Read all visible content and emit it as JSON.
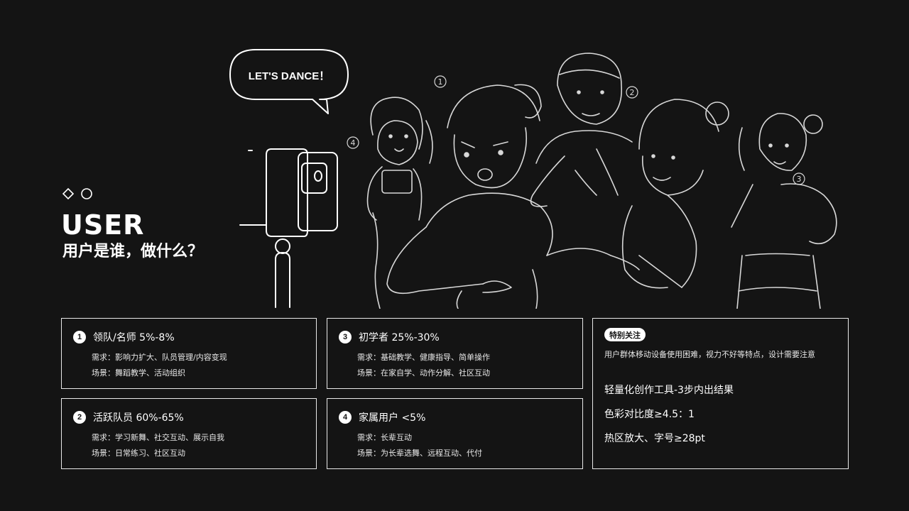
{
  "header": {
    "title_en": "USER",
    "title_cn": "用户是谁，做什么？"
  },
  "illustration": {
    "speech_bubble": "LET'S DANCE！",
    "markers": [
      "①",
      "②",
      "③",
      "④"
    ]
  },
  "cards": [
    {
      "num": "1",
      "title": "领队/名师 5%-8%",
      "need": "需求：影响力扩大、队员管理/内容变现",
      "scene": "场景：舞蹈教学、活动组织"
    },
    {
      "num": "2",
      "title": "活跃队员 60%-65%",
      "need": "需求：学习新舞、社交互动、展示自我",
      "scene": "场景：日常练习、社区互动"
    },
    {
      "num": "3",
      "title": "初学者 25%-30%",
      "need": "需求：基础教学、健康指导、简单操作",
      "scene": "场景：在家自学、动作分解、社区互动"
    },
    {
      "num": "4",
      "title": "家属用户 <5%",
      "need": "需求：长辈互动",
      "scene": "场景：为长辈选舞、远程互动、代付"
    }
  ],
  "focus": {
    "badge": "特别关注",
    "desc": "用户群体移动设备使用困难，视力不好等特点，设计需要注意",
    "points": [
      "轻量化创作工具-3步内出结果",
      "色彩对比度≥4.5：1",
      "热区放大、字号≥28pt"
    ]
  }
}
